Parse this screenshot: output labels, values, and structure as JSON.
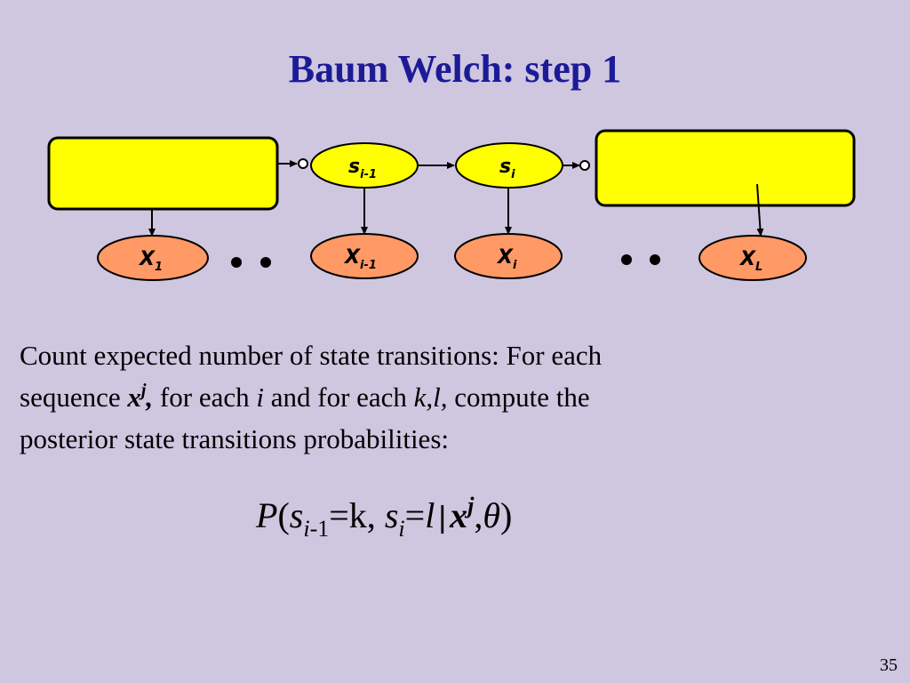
{
  "slide": {
    "title": "Baum Welch: step 1",
    "page_number": "35"
  },
  "diagram": {
    "states": [
      {
        "base": "s",
        "sub": "i-1"
      },
      {
        "base": "s",
        "sub": "i"
      }
    ],
    "observations": [
      {
        "base": "X",
        "sub": "1"
      },
      {
        "base": "X",
        "sub": "i-1"
      },
      {
        "base": "X",
        "sub": "i"
      },
      {
        "base": "X",
        "sub": "L"
      }
    ],
    "colors": {
      "state_fill": "#FFFF00",
      "observation_fill": "#FF9966",
      "block_fill": "#FFFF00",
      "stroke": "#000000"
    }
  },
  "text": {
    "line1": "Count expected number of state transitions: For each",
    "line2_a": "sequence ",
    "line2_x": "x",
    "line2_j": "j",
    "line2_b": ",",
    "line2_c": " for each ",
    "line2_i": "i",
    "line2_d": " and for each ",
    "line2_kl": "k,l,",
    "line2_e": " compute the",
    "line3": "posterior state transitions probabilities:"
  },
  "formula": {
    "P": "P",
    "open": "(",
    "s1": "s",
    "s1_sub_i": "i",
    "s1_sub_rest": "-1",
    "eq_k": "=k, ",
    "s2": "s",
    "s2_sub": "i",
    "eq": "=",
    "l": "l",
    "bar": "|",
    "x": "x",
    "j": "j",
    "comma": ",",
    "theta": "θ",
    "close": ")"
  }
}
